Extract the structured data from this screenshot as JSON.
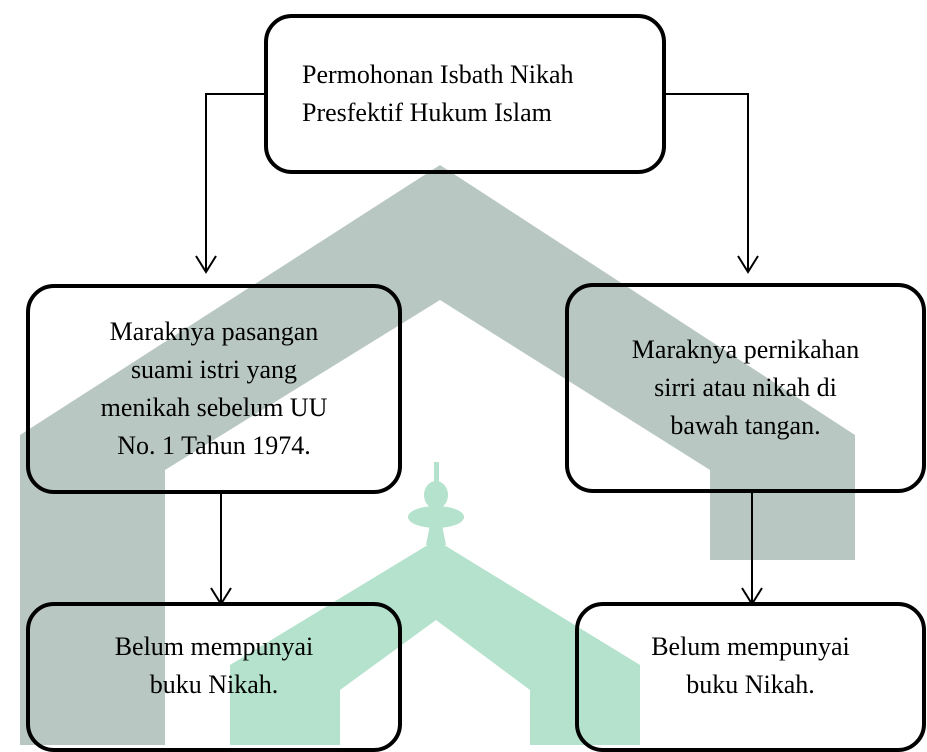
{
  "watermark": {
    "gray_color": "#b9c7c3",
    "green_color": "#b4e2cc"
  },
  "diagram": {
    "line_color": "#000000",
    "nodes": {
      "root": {
        "text": "Permohonan Isbath Nikah\nPresfektif  Hukum Islam"
      },
      "left_mid": {
        "text": "Maraknya  pasangan\nsuami istri yang\nmenikah sebelum UU\nNo. 1 Tahun 1974."
      },
      "right_mid": {
        "text": "Maraknya pernikahan\nsirri atau nikah di\nbawah tangan."
      },
      "left_bottom": {
        "text": "Belum mempunyai\nbuku Nikah."
      },
      "right_bottom": {
        "text": "Belum mempunyai\nbuku Nikah."
      }
    }
  }
}
